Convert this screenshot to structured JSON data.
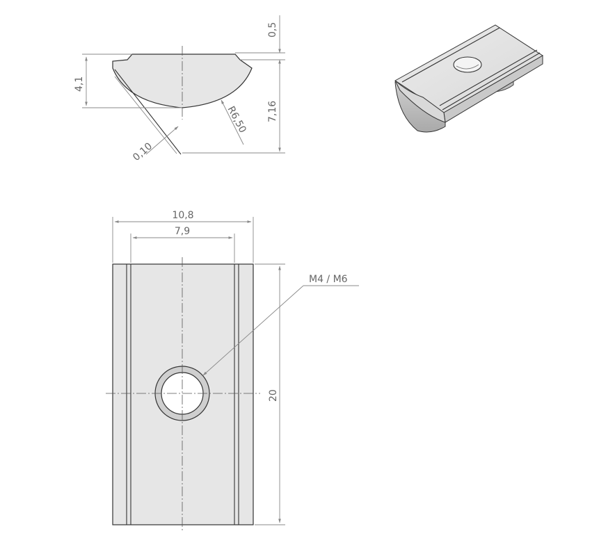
{
  "drawing": {
    "views": [
      "side-profile",
      "isometric",
      "top-view"
    ],
    "dimensions": {
      "groove_depth": "0,5",
      "height": "4,1",
      "total_height": "7,16",
      "radius": "R6,50",
      "angle_offset": "0,10",
      "overall_width": "10,8",
      "inner_width": "7,9",
      "length": "20"
    },
    "thread_callout": "M4 / M6",
    "colors": {
      "part_fill": "#e6e6e6",
      "outline": "#333333",
      "dimension": "#888888"
    }
  }
}
